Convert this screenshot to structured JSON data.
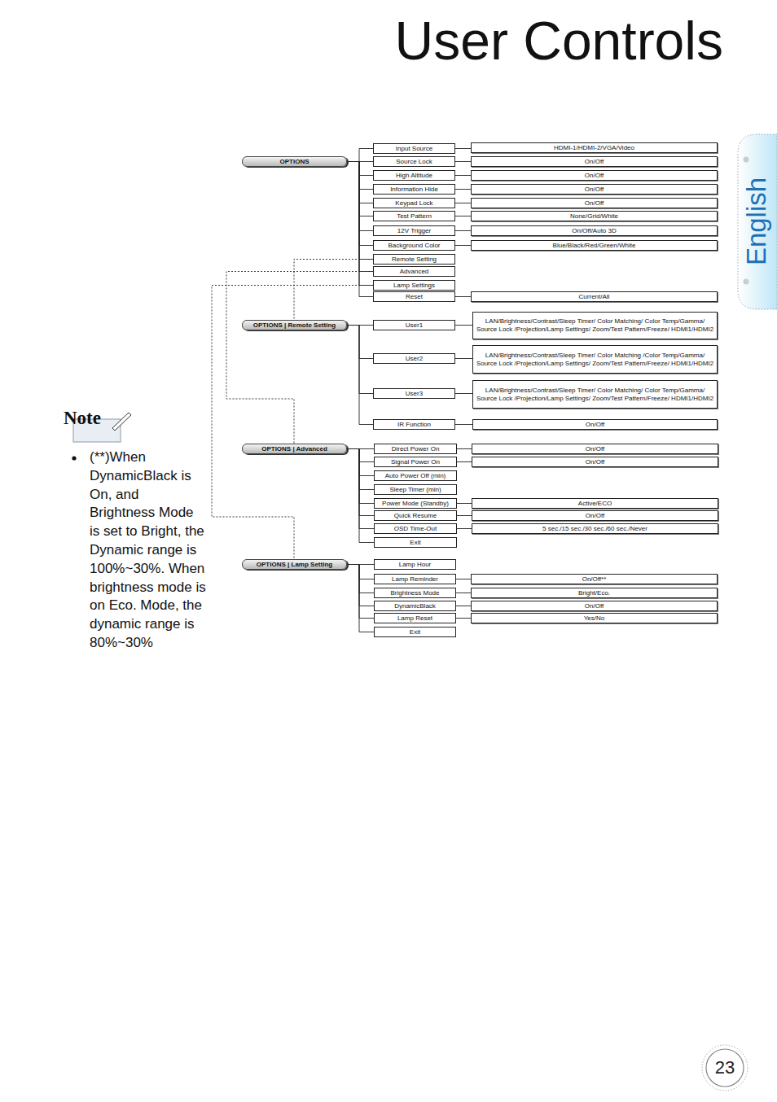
{
  "diagram": {
    "title": "User Controls",
    "nodes": [
      {
        "text": [
          "OPTIONS"
        ]
      },
      {
        "text": [
          "Input Source"
        ]
      },
      {
        "text": [
          "HDMI-1/HDMI-2/VGA/Video"
        ]
      },
      {
        "text": [
          "Source Lock"
        ]
      },
      {
        "text": [
          "On/Off"
        ]
      },
      {
        "text": [
          "High Altitude"
        ]
      },
      {
        "text": [
          "On/Off"
        ]
      },
      {
        "text": [
          "Information Hide"
        ]
      },
      {
        "text": [
          "On/Off"
        ]
      },
      {
        "text": [
          "Keypad Lock"
        ]
      },
      {
        "text": [
          "On/Off"
        ]
      },
      {
        "text": [
          "Test Pattern"
        ]
      },
      {
        "text": [
          "None/Grid/White"
        ]
      },
      {
        "text": [
          "12V Trigger"
        ]
      },
      {
        "text": [
          "On/Off/Auto 3D"
        ]
      },
      {
        "text": [
          "Background Color"
        ]
      },
      {
        "text": [
          "Blue/Black/Red/Green/White"
        ]
      },
      {
        "text": [
          "Remote Setting"
        ]
      },
      {
        "text": [
          "Advanced"
        ]
      },
      {
        "text": [
          "Lamp Settings"
        ]
      },
      {
        "text": [
          "Reset"
        ]
      },
      {
        "text": [
          "Current/All"
        ]
      },
      {
        "text": [
          "OPTIONS | Remote Setting"
        ]
      },
      {
        "text": [
          "User1"
        ]
      },
      {
        "text": [
          "LAN/Brightness/Contrast/Sleep Timer/ Color Matching/ Color Temp/Gamma/ Source Lock /Projection/Lamp Settings/ Zoom/Test Pattern/Freeze/ HDMI1/HDMI2"
        ]
      },
      {
        "text": [
          "User2"
        ]
      },
      {
        "text": [
          "LAN/Brightness/Contrast/Sleep Timer/ Color Matching /Color Temp/Gamma/ Source Lock /Projection/Lamp Settings/ Zoom/Test Pattern/Freeze/ HDMI1/HDMI2"
        ]
      },
      {
        "text": [
          "User3"
        ]
      },
      {
        "text": [
          "LAN/Brightness/Contrast/Sleep Timer/ Color Matching/ Color Temp/Gamma/ Source Lock /Projection/Lamp Settings/ Zoom/Test Pattern/Freeze/ HDMI1/HDMI2"
        ]
      },
      {
        "text": [
          "IR Function"
        ]
      },
      {
        "text": [
          "On/Off"
        ]
      },
      {
        "text": [
          "OPTIONS | Advanced"
        ]
      },
      {
        "text": [
          "Direct Power On"
        ]
      },
      {
        "text": [
          "On/Off"
        ]
      },
      {
        "text": [
          "Signal Power On"
        ]
      },
      {
        "text": [
          "On/Off"
        ]
      },
      {
        "text": [
          "Auto Power Off (min)"
        ]
      },
      {
        "text": [
          "Sleep Timer (min)"
        ]
      },
      {
        "text": [
          "Power Mode (Standby)"
        ]
      },
      {
        "text": [
          "Active/ECO"
        ]
      },
      {
        "text": [
          "Quick Resume"
        ]
      },
      {
        "text": [
          "On/Off"
        ]
      },
      {
        "text": [
          "OSD Time-Out"
        ]
      },
      {
        "text": [
          "5 sec./15 sec./30 sec./60 sec./Never"
        ]
      },
      {
        "text": [
          "Exit"
        ]
      },
      {
        "text": [
          "OPTIONS | Lamp Setting"
        ]
      },
      {
        "text": [
          "Lamp Hour"
        ]
      },
      {
        "text": [
          "Lamp Reminder"
        ]
      },
      {
        "text": [
          "On/Off**"
        ]
      },
      {
        "text": [
          "Brightness Mode"
        ]
      },
      {
        "text": [
          "Bright/Eco."
        ]
      },
      {
        "text": [
          "DynamicBlack"
        ]
      },
      {
        "text": [
          "On/Off"
        ]
      },
      {
        "text": [
          "Lamp Reset"
        ]
      },
      {
        "text": [
          "Yes/No"
        ]
      },
      {
        "text": [
          "Exit"
        ]
      }
    ],
    "edges": [
      {
        "from": 0,
        "to": 1,
        "arrow": "none"
      },
      {
        "from": 0,
        "to": 3,
        "arrow": "none"
      },
      {
        "from": 0,
        "to": 5,
        "arrow": "none"
      },
      {
        "from": 0,
        "to": 7,
        "arrow": "none"
      },
      {
        "from": 0,
        "to": 9,
        "arrow": "none"
      },
      {
        "from": 0,
        "to": 11,
        "arrow": "none"
      },
      {
        "from": 0,
        "to": 13,
        "arrow": "none"
      },
      {
        "from": 0,
        "to": 15,
        "arrow": "none"
      },
      {
        "from": 0,
        "to": 17,
        "arrow": "none"
      },
      {
        "from": 0,
        "to": 18,
        "arrow": "none"
      },
      {
        "from": 0,
        "to": 19,
        "arrow": "none"
      },
      {
        "from": 0,
        "to": 20,
        "arrow": "none"
      },
      {
        "from": 1,
        "to": 2,
        "arrow": "none"
      },
      {
        "from": 3,
        "to": 4,
        "arrow": "none"
      },
      {
        "from": 5,
        "to": 6,
        "arrow": "none"
      },
      {
        "from": 7,
        "to": 8,
        "arrow": "none"
      },
      {
        "from": 9,
        "to": 10,
        "arrow": "none"
      },
      {
        "from": 11,
        "to": 12,
        "arrow": "none"
      },
      {
        "from": 13,
        "to": 14,
        "arrow": "none"
      },
      {
        "from": 15,
        "to": 16,
        "arrow": "none"
      },
      {
        "from": 20,
        "to": 21,
        "arrow": "none"
      },
      {
        "from": 17,
        "to": 22,
        "arrow": "none"
      },
      {
        "from": 18,
        "to": 31,
        "arrow": "none"
      },
      {
        "from": 19,
        "to": 45,
        "arrow": "none"
      },
      {
        "from": 22,
        "to": 23,
        "arrow": "none"
      },
      {
        "from": 22,
        "to": 25,
        "arrow": "none"
      },
      {
        "from": 22,
        "to": 27,
        "arrow": "none"
      },
      {
        "from": 22,
        "to": 29,
        "arrow": "none"
      },
      {
        "from": 23,
        "to": 24,
        "arrow": "none"
      },
      {
        "from": 25,
        "to": 26,
        "arrow": "none"
      },
      {
        "from": 27,
        "to": 28,
        "arrow": "none"
      },
      {
        "from": 29,
        "to": 30,
        "arrow": "none"
      },
      {
        "from": 31,
        "to": 32,
        "arrow": "none"
      },
      {
        "from": 31,
        "to": 34,
        "arrow": "none"
      },
      {
        "from": 31,
        "to": 36,
        "arrow": "none"
      },
      {
        "from": 31,
        "to": 37,
        "arrow": "none"
      },
      {
        "from": 31,
        "to": 38,
        "arrow": "none"
      },
      {
        "from": 31,
        "to": 40,
        "arrow": "none"
      },
      {
        "from": 31,
        "to": 42,
        "arrow": "none"
      },
      {
        "from": 31,
        "to": 44,
        "arrow": "none"
      },
      {
        "from": 32,
        "to": 33,
        "arrow": "none"
      },
      {
        "from": 34,
        "to": 35,
        "arrow": "none"
      },
      {
        "from": 38,
        "to": 39,
        "arrow": "none"
      },
      {
        "from": 40,
        "to": 41,
        "arrow": "none"
      },
      {
        "from": 42,
        "to": 43,
        "arrow": "none"
      },
      {
        "from": 45,
        "to": 46,
        "arrow": "none"
      },
      {
        "from": 45,
        "to": 47,
        "arrow": "none"
      },
      {
        "from": 45,
        "to": 49,
        "arrow": "none"
      },
      {
        "from": 45,
        "to": 51,
        "arrow": "none"
      },
      {
        "from": 45,
        "to": 53,
        "arrow": "none"
      },
      {
        "from": 45,
        "to": 55,
        "arrow": "none"
      },
      {
        "from": 47,
        "to": 48,
        "arrow": "none"
      },
      {
        "from": 49,
        "to": 50,
        "arrow": "none"
      },
      {
        "from": 51,
        "to": 52,
        "arrow": "none"
      },
      {
        "from": 53,
        "to": 54,
        "arrow": "none"
      }
    ],
    "labels": [
      "English",
      "Note",
      "(**)When DynamicBlack is On, and Brightness Mode is set to Bright, the Dynamic range is 100%~30%. When brightness mode is on Eco. Mode, the dynamic range is 80%~30%",
      "23"
    ]
  }
}
